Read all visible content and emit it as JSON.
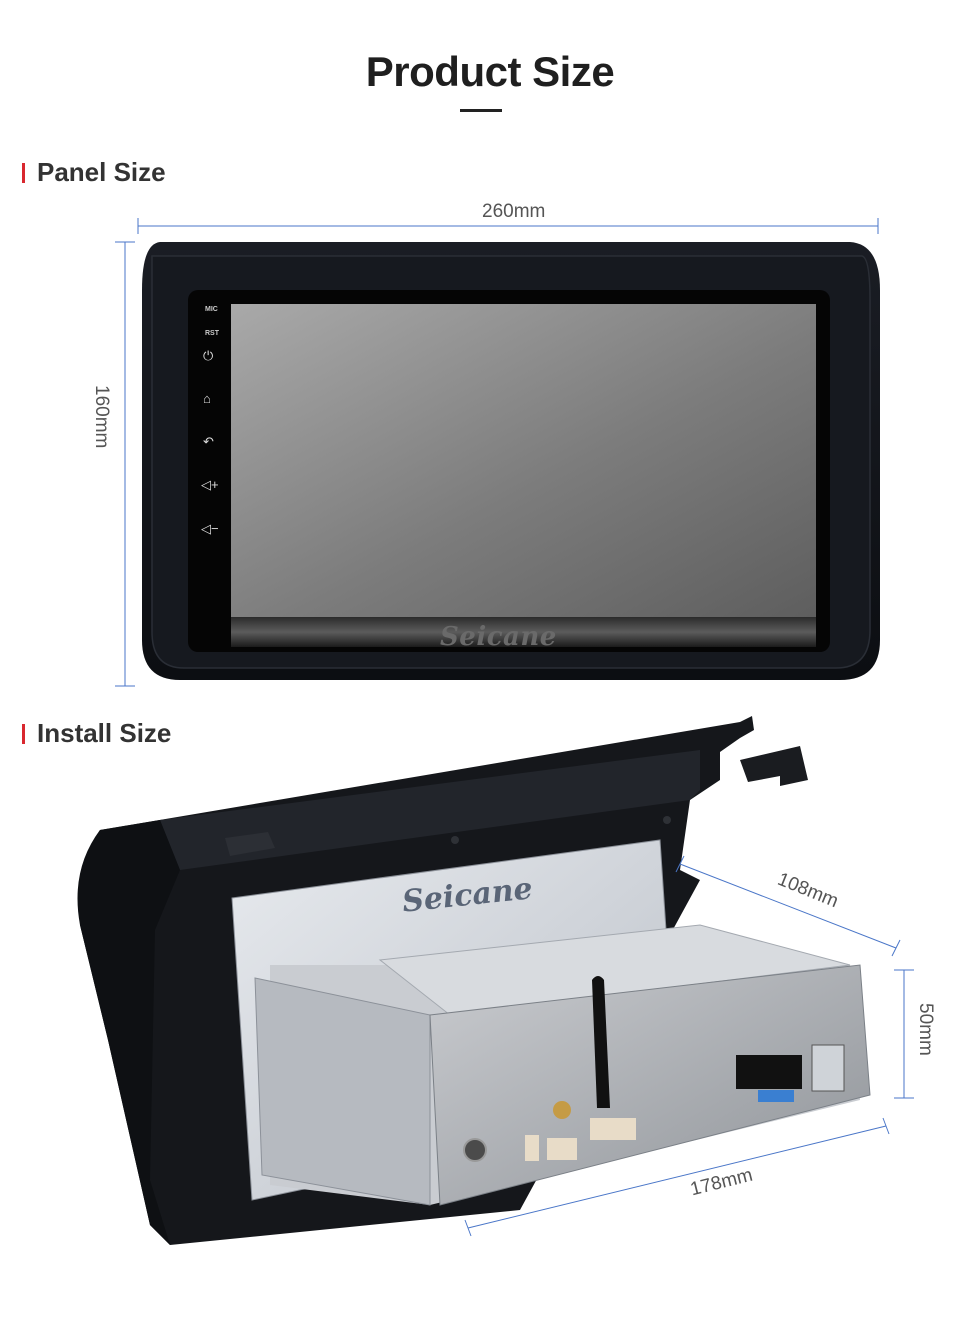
{
  "title": "Product Size",
  "sections": {
    "panel": "Panel Size",
    "install": "Install Size"
  },
  "dimensions": {
    "panel_width": "260mm",
    "panel_height": "160mm",
    "install_depth": "108mm",
    "install_height": "50mm",
    "install_width": "178mm"
  },
  "panel_buttons": {
    "mic": "MIC",
    "rst": "RST"
  },
  "icons": [
    "power-icon",
    "home-icon",
    "back-icon",
    "volume-up-icon",
    "volume-down-icon"
  ],
  "brand": "Seicane",
  "colors": {
    "accent": "#d9282f",
    "dimension_line": "#4a76c8"
  }
}
